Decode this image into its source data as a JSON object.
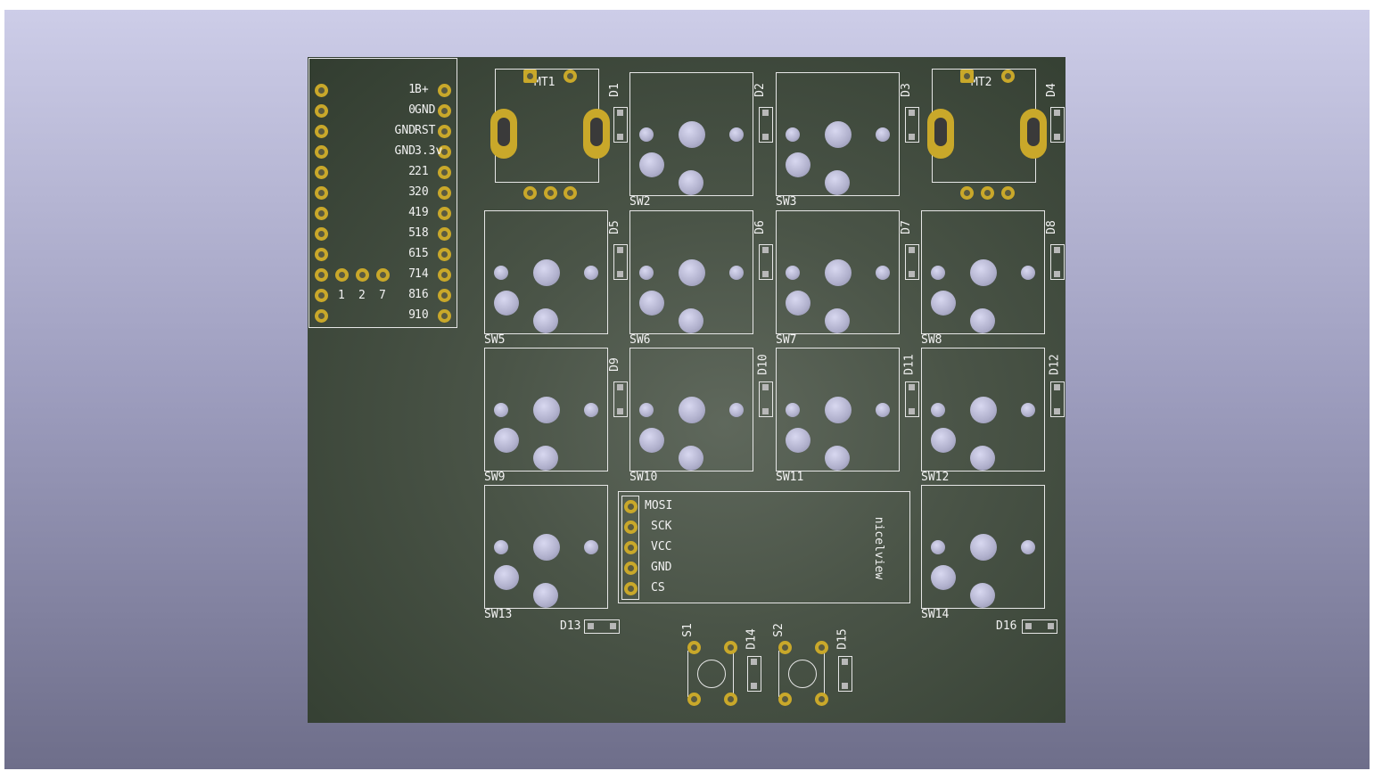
{
  "mcu": {
    "rows": [
      {
        "left": "1",
        "right": "B+"
      },
      {
        "left": "0",
        "right": "GND"
      },
      {
        "left": "GND",
        "right": "RST"
      },
      {
        "left": "GND",
        "right": "3.3v"
      },
      {
        "left": "2",
        "right": "21"
      },
      {
        "left": "3",
        "right": "20"
      },
      {
        "left": "4",
        "right": "19"
      },
      {
        "left": "5",
        "right": "18"
      },
      {
        "left": "6",
        "right": "15"
      },
      {
        "left": "7",
        "right": "14"
      },
      {
        "left": "8",
        "right": "16"
      },
      {
        "left": "9",
        "right": "10"
      }
    ],
    "extra_pins": [
      "1",
      "2",
      "7"
    ]
  },
  "mounts": [
    {
      "label": "MT1"
    },
    {
      "label": "MT2"
    }
  ],
  "switches": {
    "sw2": "SW2",
    "sw3": "SW3",
    "sw5": "SW5",
    "sw6": "SW6",
    "sw7": "SW7",
    "sw8": "SW8",
    "sw9": "SW9",
    "sw10": "SW10",
    "sw11": "SW11",
    "sw12": "SW12",
    "sw13": "SW13",
    "sw14": "SW14"
  },
  "diodes": {
    "d1": "D1",
    "d2": "D2",
    "d3": "D3",
    "d4": "D4",
    "d5": "D5",
    "d6": "D6",
    "d7": "D7",
    "d8": "D8",
    "d9": "D9",
    "d10": "D10",
    "d11": "D11",
    "d12": "D12",
    "d13": "D13",
    "d14": "D14",
    "d15": "D15",
    "d16": "D16"
  },
  "buttons": {
    "s1": "S1",
    "s2": "S2"
  },
  "display": {
    "name": "nicelview",
    "pins": [
      "MOSI",
      "SCK",
      "VCC",
      "GND",
      "CS"
    ]
  }
}
